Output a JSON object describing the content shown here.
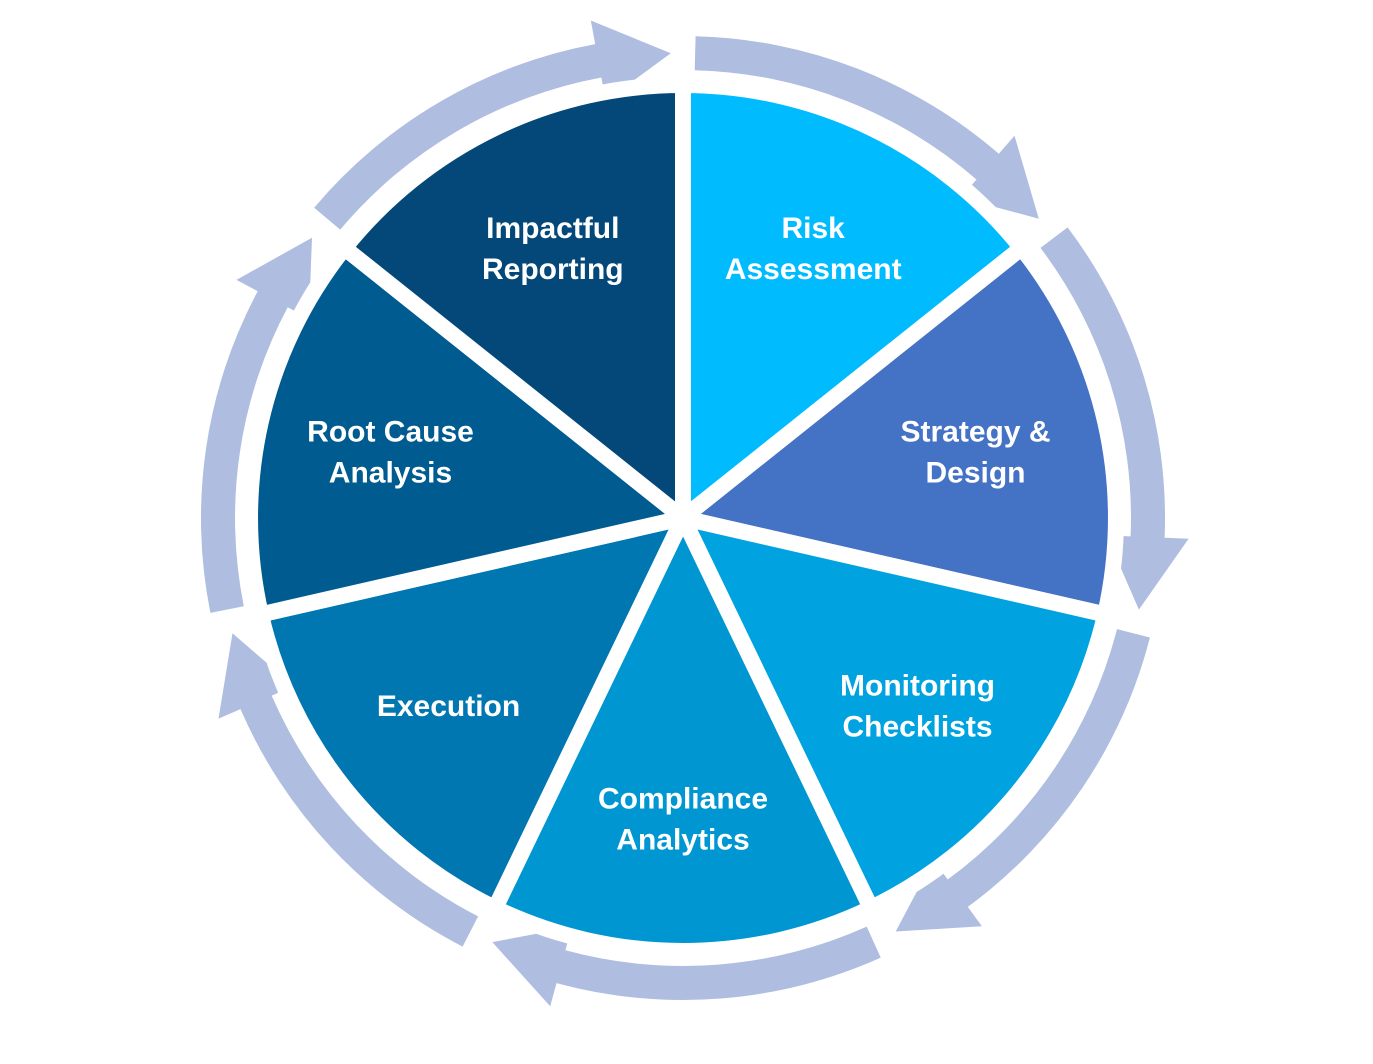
{
  "diagram": {
    "type": "cycle",
    "ring_color": "#aebde0",
    "segments": [
      {
        "lines": [
          "Risk",
          "Assessment"
        ],
        "color": "#00bcff",
        "icon": "none"
      },
      {
        "lines": [
          "Strategy &",
          "Design"
        ],
        "color": "#4472c4",
        "icon": "none"
      },
      {
        "lines": [
          "Monitoring",
          "Checklists"
        ],
        "color": "#00a2e0",
        "icon": "none"
      },
      {
        "lines": [
          "Compliance",
          "Analytics"
        ],
        "color": "#0096d2",
        "icon": "none"
      },
      {
        "lines": [
          "Execution"
        ],
        "color": "#0077b0",
        "icon": "none"
      },
      {
        "lines": [
          "Root Cause",
          "Analysis"
        ],
        "color": "#005b90",
        "icon": "none"
      },
      {
        "lines": [
          "Impactful",
          "Reporting"
        ],
        "color": "#034878",
        "icon": "none"
      }
    ]
  }
}
